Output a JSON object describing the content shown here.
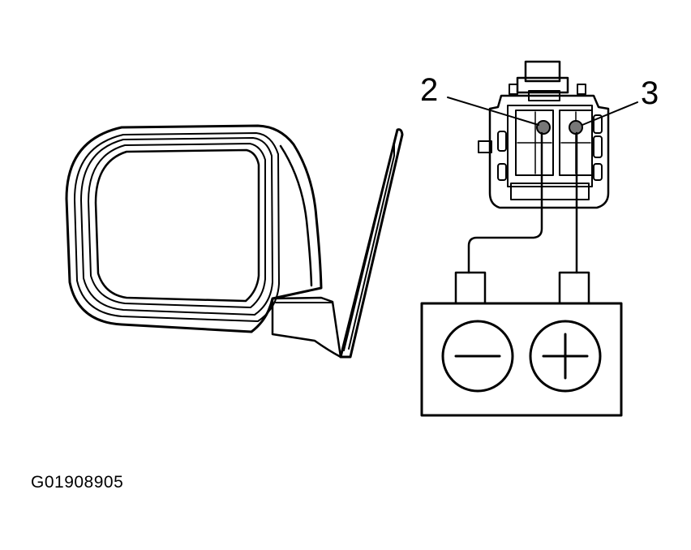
{
  "callouts": {
    "pin_2": "2",
    "pin_3": "3"
  },
  "battery": {
    "negative_symbol": "minus-icon",
    "positive_symbol": "plus-icon"
  },
  "figure_id": "G01908905",
  "colors": {
    "ink": "#000000",
    "paper": "#ffffff",
    "pin_fill": "#777777"
  }
}
